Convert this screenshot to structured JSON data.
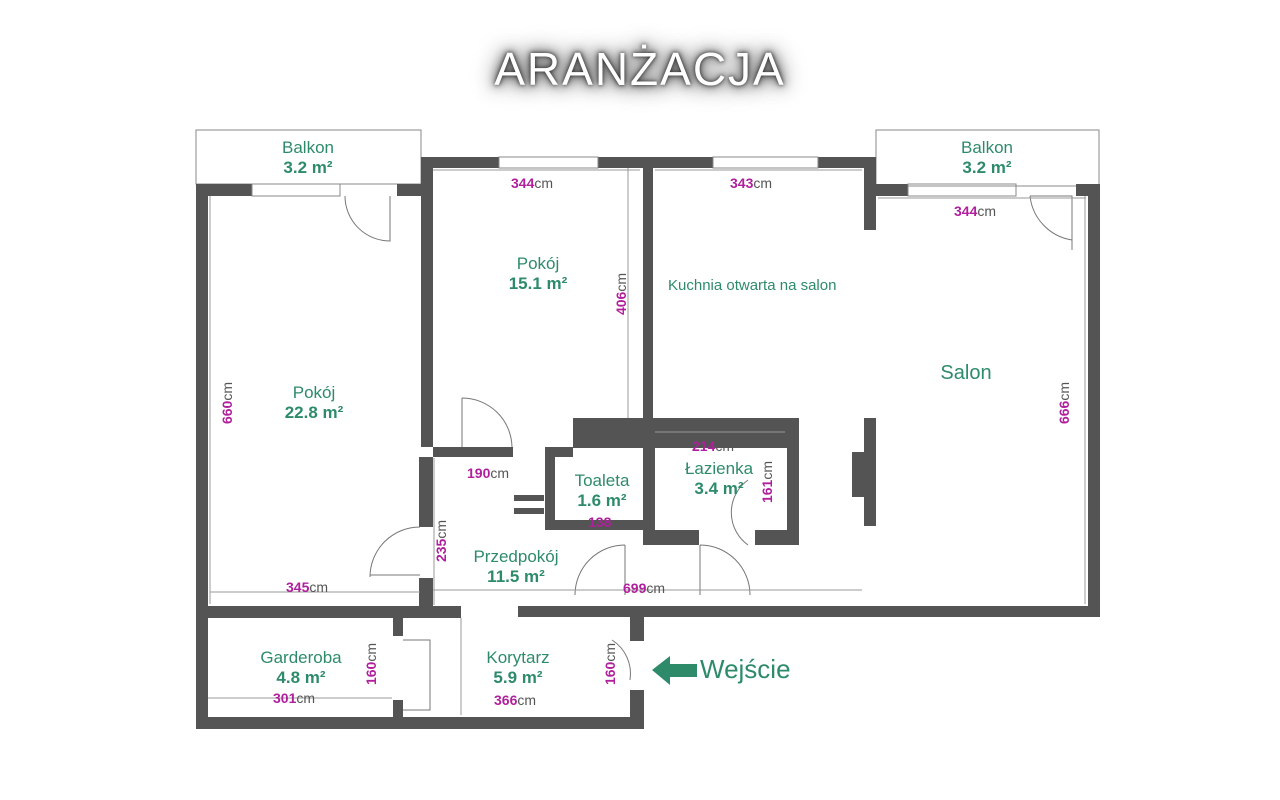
{
  "title": "ARANŻACJA",
  "rooms": {
    "balkon_left": {
      "name": "Balkon",
      "area": "3.2 m²"
    },
    "balkon_right": {
      "name": "Balkon",
      "area": "3.2 m²"
    },
    "pokoj_big": {
      "name": "Pokój",
      "area": "22.8 m²"
    },
    "pokoj_small": {
      "name": "Pokój",
      "area": "15.1 m²"
    },
    "salon": {
      "name": "Salon"
    },
    "toaleta": {
      "name": "Toaleta",
      "area": "1.6 m²"
    },
    "lazienka": {
      "name": "Łazienka",
      "area": "3.4 m²"
    },
    "przedpokoj": {
      "name": "Przedpokój",
      "area": "11.5 m²"
    },
    "garderoba": {
      "name": "Garderoba",
      "area": "4.8 m²"
    },
    "korytarz": {
      "name": "Korytarz",
      "area": "5.9 m²"
    }
  },
  "kitchen_note": "Kuchnia otwarta na salon",
  "unit": "cm",
  "dimensions": {
    "d344a": "344",
    "d343": "343",
    "d344b": "344",
    "d406": "406",
    "d660": "660",
    "d666": "666",
    "d214": "214",
    "d161": "161",
    "d190": "190",
    "d138": "138",
    "d235": "235",
    "d345": "345",
    "d699": "699",
    "d160a": "160",
    "d160b": "160",
    "d301": "301",
    "d366": "366"
  },
  "entry_label": "Wejście",
  "colors": {
    "wall": "#545454",
    "label": "#2e8b6a",
    "dimension": "#b01f9c"
  }
}
